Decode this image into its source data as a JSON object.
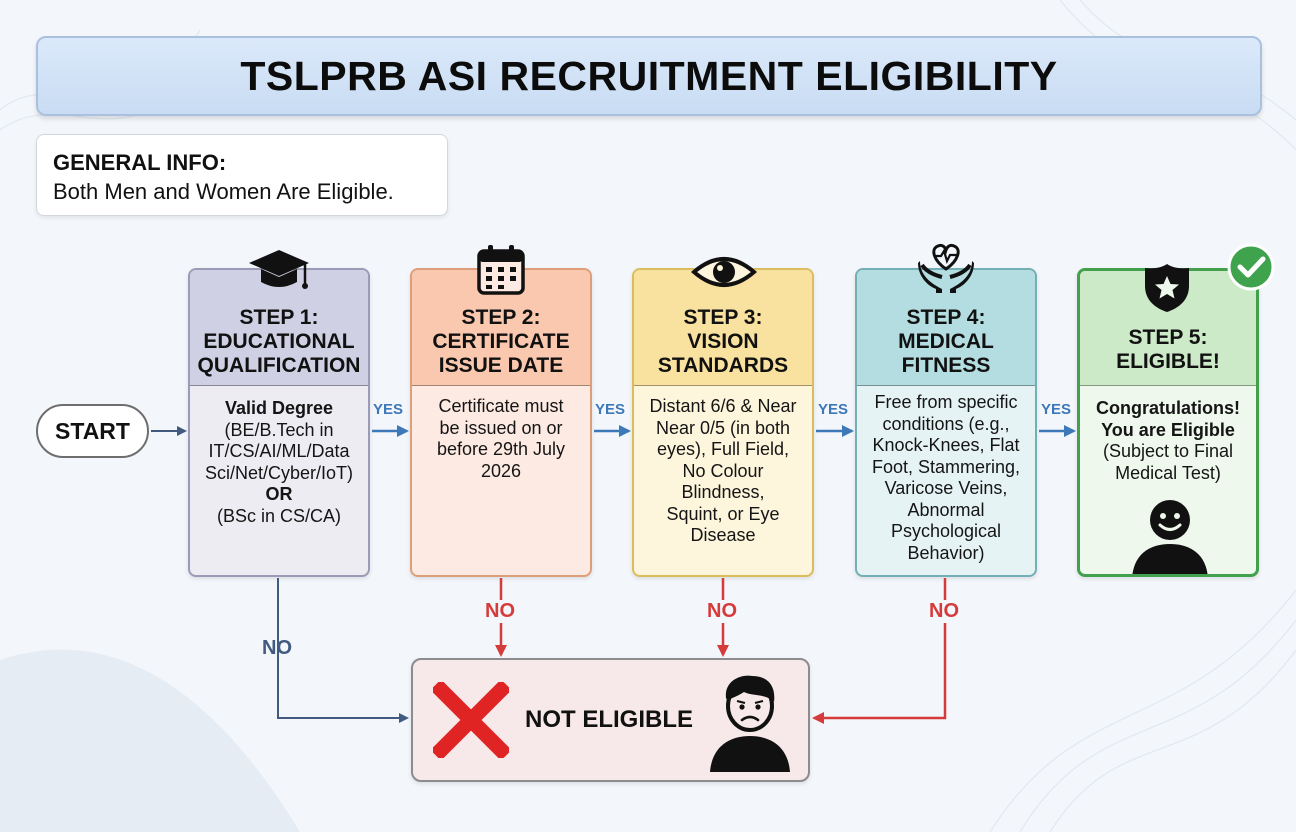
{
  "title": "TSLPRB ASI RECRUITMENT ELIGIBILITY",
  "general_info": {
    "heading": "GENERAL INFO:",
    "text": "Both Men and Women Are Eligible."
  },
  "start_label": "START",
  "steps": [
    {
      "title_lines": [
        "STEP 1:",
        "EDUCATIONAL",
        "QUALIFICATION"
      ],
      "body_lines": [
        {
          "text": "Valid Degree",
          "bold": true
        },
        {
          "text": "(BE/B.Tech in",
          "bold": false
        },
        {
          "text": "IT/CS/AI/ML/Data",
          "bold": false
        },
        {
          "text": "Sci/Net/Cyber/IoT)",
          "bold": false
        },
        {
          "text": "OR",
          "bold": true
        },
        {
          "text": "(BSc in CS/CA)",
          "bold": false
        }
      ],
      "icon": "graduation-cap-icon"
    },
    {
      "title_lines": [
        "STEP 2:",
        "CERTIFICATE",
        "ISSUE DATE"
      ],
      "body_lines": [
        {
          "text": "Certificate must",
          "bold": false
        },
        {
          "text": "be issued on or",
          "bold": false
        },
        {
          "text": "before 29th July",
          "bold": false
        },
        {
          "text": "2026",
          "bold": false
        }
      ],
      "icon": "calendar-icon"
    },
    {
      "title_lines": [
        "STEP 3:",
        "VISION",
        "STANDARDS"
      ],
      "body_lines": [
        {
          "text": "Distant 6/6 & Near",
          "bold": false
        },
        {
          "text": "Near 0/5 (in both",
          "bold": false
        },
        {
          "text": "eyes), Full Field,",
          "bold": false
        },
        {
          "text": "No Colour",
          "bold": false
        },
        {
          "text": "Blindness,",
          "bold": false
        },
        {
          "text": "Squint, or Eye",
          "bold": false
        },
        {
          "text": "Disease",
          "bold": false
        }
      ],
      "icon": "eye-icon"
    },
    {
      "title_lines": [
        "STEP 4:",
        "MEDICAL",
        "FITNESS"
      ],
      "body_lines": [
        {
          "text": "Free from specific",
          "bold": false
        },
        {
          "text": "conditions (e.g.,",
          "bold": false
        },
        {
          "text": "Knock-Knees, Flat",
          "bold": false
        },
        {
          "text": "Foot, Stammering,",
          "bold": false
        },
        {
          "text": "Varicose Veins,",
          "bold": false
        },
        {
          "text": "Abnormal",
          "bold": false
        },
        {
          "text": "Psychological",
          "bold": false
        },
        {
          "text": "Behavior)",
          "bold": false
        }
      ],
      "icon": "heart-hands-icon"
    },
    {
      "title_lines": [
        "STEP 5:",
        "ELIGIBLE!"
      ],
      "body_lines": [
        {
          "text": "Congratulations!",
          "bold": true
        },
        {
          "text": "You are Eligible",
          "bold": true
        },
        {
          "text": "(Subject to Final",
          "bold": false
        },
        {
          "text": "Medical Test)",
          "bold": false
        }
      ],
      "icon": "police-badge-icon"
    }
  ],
  "yes_label": "YES",
  "no_label": "NO",
  "not_eligible_label": "NOT ELIGIBLE",
  "colors": {
    "yes_arrow": "#3d78b8",
    "no_arrow": "#d63b3b",
    "no_blue": "#415a80",
    "check": "#3fa34d"
  }
}
